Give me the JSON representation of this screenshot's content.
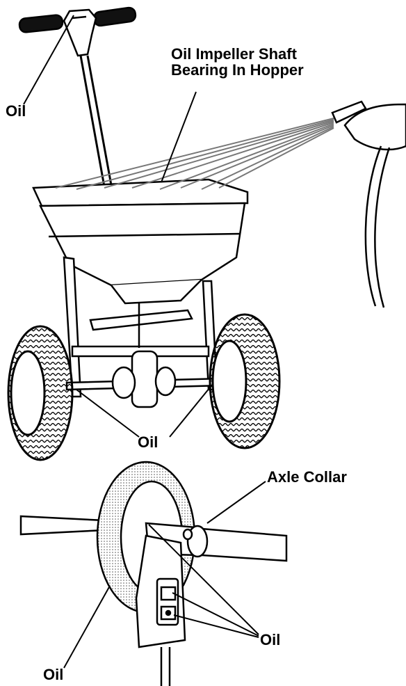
{
  "labels": {
    "handle_oil": "Oil",
    "hopper_title_line1": "Oil Impeller Shaft",
    "hopper_title_line2": "Bearing In Hopper",
    "axle_oil": "Oil",
    "axle_collar": "Axle Collar",
    "gear_oil_right": "Oil",
    "gear_oil_left": "Oil"
  },
  "colors": {
    "ink": "#000000",
    "paper": "#ffffff",
    "spray": "#9a9a9a"
  }
}
